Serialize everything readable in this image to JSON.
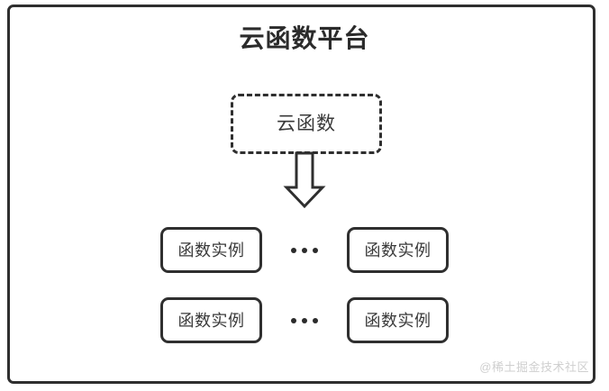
{
  "diagram": {
    "title": "云函数平台",
    "cloud_function": {
      "label": "云函数",
      "border_style": "dashed"
    },
    "arrow": {
      "name": "down-block-arrow",
      "direction": "down"
    },
    "ellipsis": "•••",
    "rows": [
      {
        "left_instance": "函数实例",
        "ellipsis": "•••",
        "right_instance": "函数实例"
      },
      {
        "left_instance": "函数实例",
        "ellipsis": "•••",
        "right_instance": "函数实例"
      }
    ],
    "watermark": "@稀土掘金技术社区",
    "colors": {
      "stroke": "#2f2f2f",
      "text": "#3a3a3a",
      "title": "#2b2b2b",
      "background": "#ffffff",
      "watermark": "#cfcfcf"
    }
  }
}
